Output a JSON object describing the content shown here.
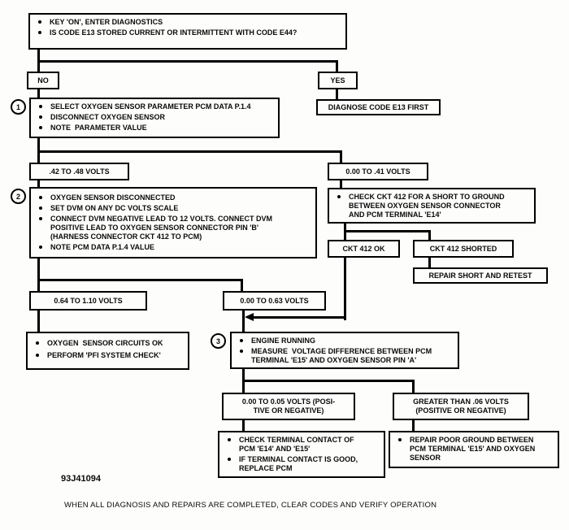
{
  "figure": {
    "code": "93J41094",
    "footer": "WHEN ALL DIAGNOSIS AND REPAIRS ARE COMPLETED, CLEAR CODES AND VERIFY OPERATION"
  },
  "nodes": {
    "start": {
      "bullets": [
        "KEY 'ON', ENTER DIAGNOSTICS",
        "IS CODE E13 STORED CURRENT OR INTERMITTENT WITH CODE E44?"
      ]
    },
    "no": {
      "label": "NO"
    },
    "yes": {
      "label": "YES"
    },
    "diagnose_e13": {
      "label": "DIAGNOSE CODE E13 FIRST"
    },
    "step1": {
      "number": "1",
      "bullets": [
        "SELECT OXYGEN SENSOR PARAMETER PCM DATA P.1.4",
        "DISCONNECT OXYGEN SENSOR",
        "NOTE  PARAMETER VALUE"
      ]
    },
    "volts_42_48": {
      "label": ".42 TO .48 VOLTS"
    },
    "volts_000_041": {
      "label": "0.00 TO .41 VOLTS"
    },
    "step2": {
      "number": "2",
      "bullets": [
        "OXYGEN SENSOR DISCONNECTED",
        "SET DVM ON ANY DC VOLTS SCALE",
        "CONNECT DVM NEGATIVE LEAD TO 12 VOLTS. CONNECT DVM\nPOSITIVE LEAD TO OXYGEN SENSOR CONNECTOR PIN 'B'\n(HARNESS CONNECTOR CKT 412 TO PCM)",
        "NOTE PCM DATA P.1.4 VALUE"
      ]
    },
    "check_ckt412": {
      "bullets": [
        "CHECK CKT 412 FOR A SHORT TO GROUND\nBETWEEN OXYGEN SENSOR CONNECTOR\nAND PCM TERMINAL 'E14'"
      ]
    },
    "ckt412_ok": {
      "label": "CKT 412 OK"
    },
    "ckt412_shorted": {
      "label": "CKT 412 SHORTED"
    },
    "repair_short": {
      "label": "REPAIR SHORT AND RETEST"
    },
    "volts_064_110": {
      "label": "0.64 TO 1.10 VOLTS"
    },
    "volts_000_063": {
      "label": "0.00 TO 0.63 VOLTS"
    },
    "circuits_ok": {
      "bullets": [
        "OXYGEN  SENSOR CIRCUITS OK",
        "PERFORM 'PFI SYSTEM CHECK'"
      ]
    },
    "step3": {
      "number": "3",
      "bullets": [
        "ENGINE RUNNING",
        "MEASURE  VOLTAGE DIFFERENCE BETWEEN PCM\nTERMINAL 'E15' AND OXYGEN SENSOR PIN 'A'"
      ]
    },
    "volts_000_005": {
      "label": "0.00 TO 0.05 VOLTS (POSI-\nTIVE OR NEGATIVE)"
    },
    "greater_06": {
      "label": "GREATER THAN .06 VOLTS\n(POSITIVE OR NEGATIVE)"
    },
    "check_terminal": {
      "bullets": [
        "CHECK TERMINAL CONTACT OF\nPCM 'E14' AND 'E15'",
        "IF TERMINAL CONTACT IS GOOD,\nREPLACE PCM"
      ]
    },
    "repair_ground": {
      "bullets": [
        "REPAIR POOR GROUND BETWEEN\nPCM TERMINAL 'E15' AND OXYGEN\nSENSOR"
      ]
    }
  }
}
